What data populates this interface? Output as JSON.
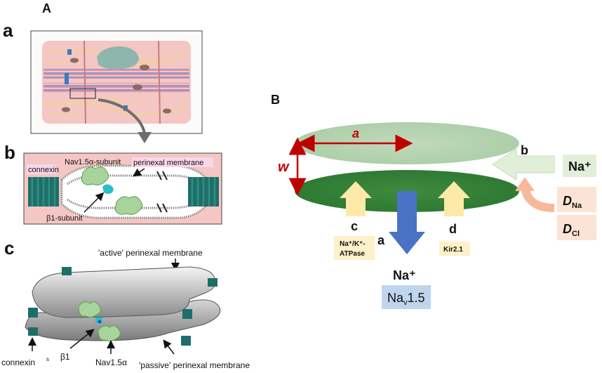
{
  "panelA": {
    "letter": "A",
    "sub_a": "a",
    "sub_b": "b",
    "sub_c": "c",
    "label_connexin": "connexin",
    "label_nav_alpha": "Nav1.5α-subunit",
    "label_perinexal_membrane": "perinexal membrane",
    "label_beta1_subunit": "β1-subunit",
    "label_active_membrane": "'active' perinexal membrane",
    "label_passive_membrane": "'passive' perinexal membrane",
    "label_connexin_c": "connexin",
    "label_connexin_c_suffix": "s",
    "label_beta1": "β1",
    "label_nav_alpha_c": "Nav1.5α"
  },
  "panelB": {
    "letter": "B",
    "var_a": "a",
    "var_w": "w",
    "label_b": "b",
    "label_c": "c",
    "label_d": "d",
    "label_a_lower": "a",
    "na_plus_right": "Na⁺",
    "na_plus_bottom": "Na⁺",
    "atpase_line1": "Na⁺/K⁺-",
    "atpase_line2": "ATPase",
    "kir_label": "Kir2.1",
    "nav_label_main": "Na",
    "nav_label_sub": "v",
    "nav_label_end": "1.5",
    "d_na_main": "D",
    "d_na_sub": "Na",
    "d_cl_main": "D",
    "d_cl_sub": "Cl"
  },
  "colors": {
    "red_label": "#c00000",
    "blue_arrow": "#4a72c4",
    "yellow_arrow": "#fde9a8",
    "green_box": "#e1efd8",
    "pink_box": "#fbe4d6",
    "blue_box": "#bfd5ee",
    "cell_pink": "#f4c6c4",
    "connexin_teal": "#1e6e68"
  }
}
